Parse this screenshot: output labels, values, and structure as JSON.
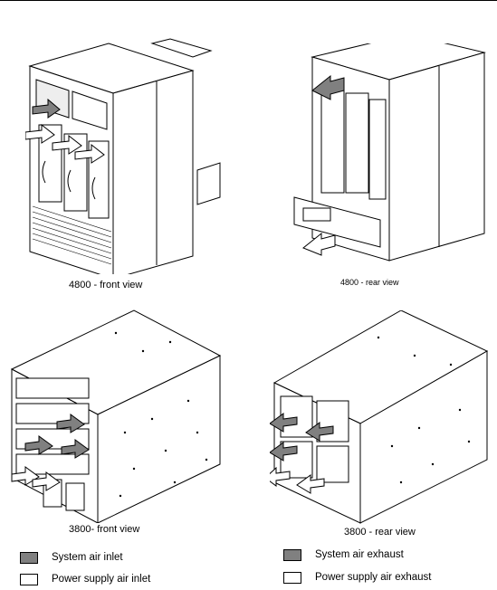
{
  "views": {
    "front_4800": {
      "caption": "4800 - front view"
    },
    "rear_4800": {
      "caption": "4800 - rear view"
    },
    "front_3800": {
      "caption": "3800- front view"
    },
    "rear_3800": {
      "caption": "3800 - rear view"
    }
  },
  "legend": {
    "system_inlet": "System air inlet",
    "power_inlet": "Power supply air inlet",
    "system_exhaust": "System air exhaust",
    "power_exhaust": "Power supply air exhaust"
  },
  "colors": {
    "system_air": "#808080",
    "power_air": "#ffffff",
    "line": "#000000"
  }
}
